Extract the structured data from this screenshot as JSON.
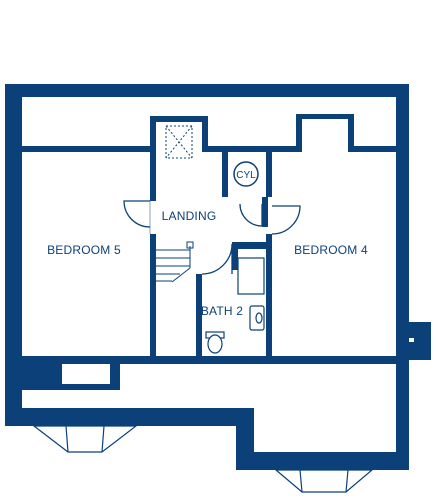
{
  "plan": {
    "color": "#0b4178",
    "rooms": {
      "bedroom5": "BEDROOM 5",
      "bedroom4": "BEDROOM 4",
      "landing": "LANDING",
      "bath2": "BATH 2"
    },
    "cylinder": "CYL"
  }
}
